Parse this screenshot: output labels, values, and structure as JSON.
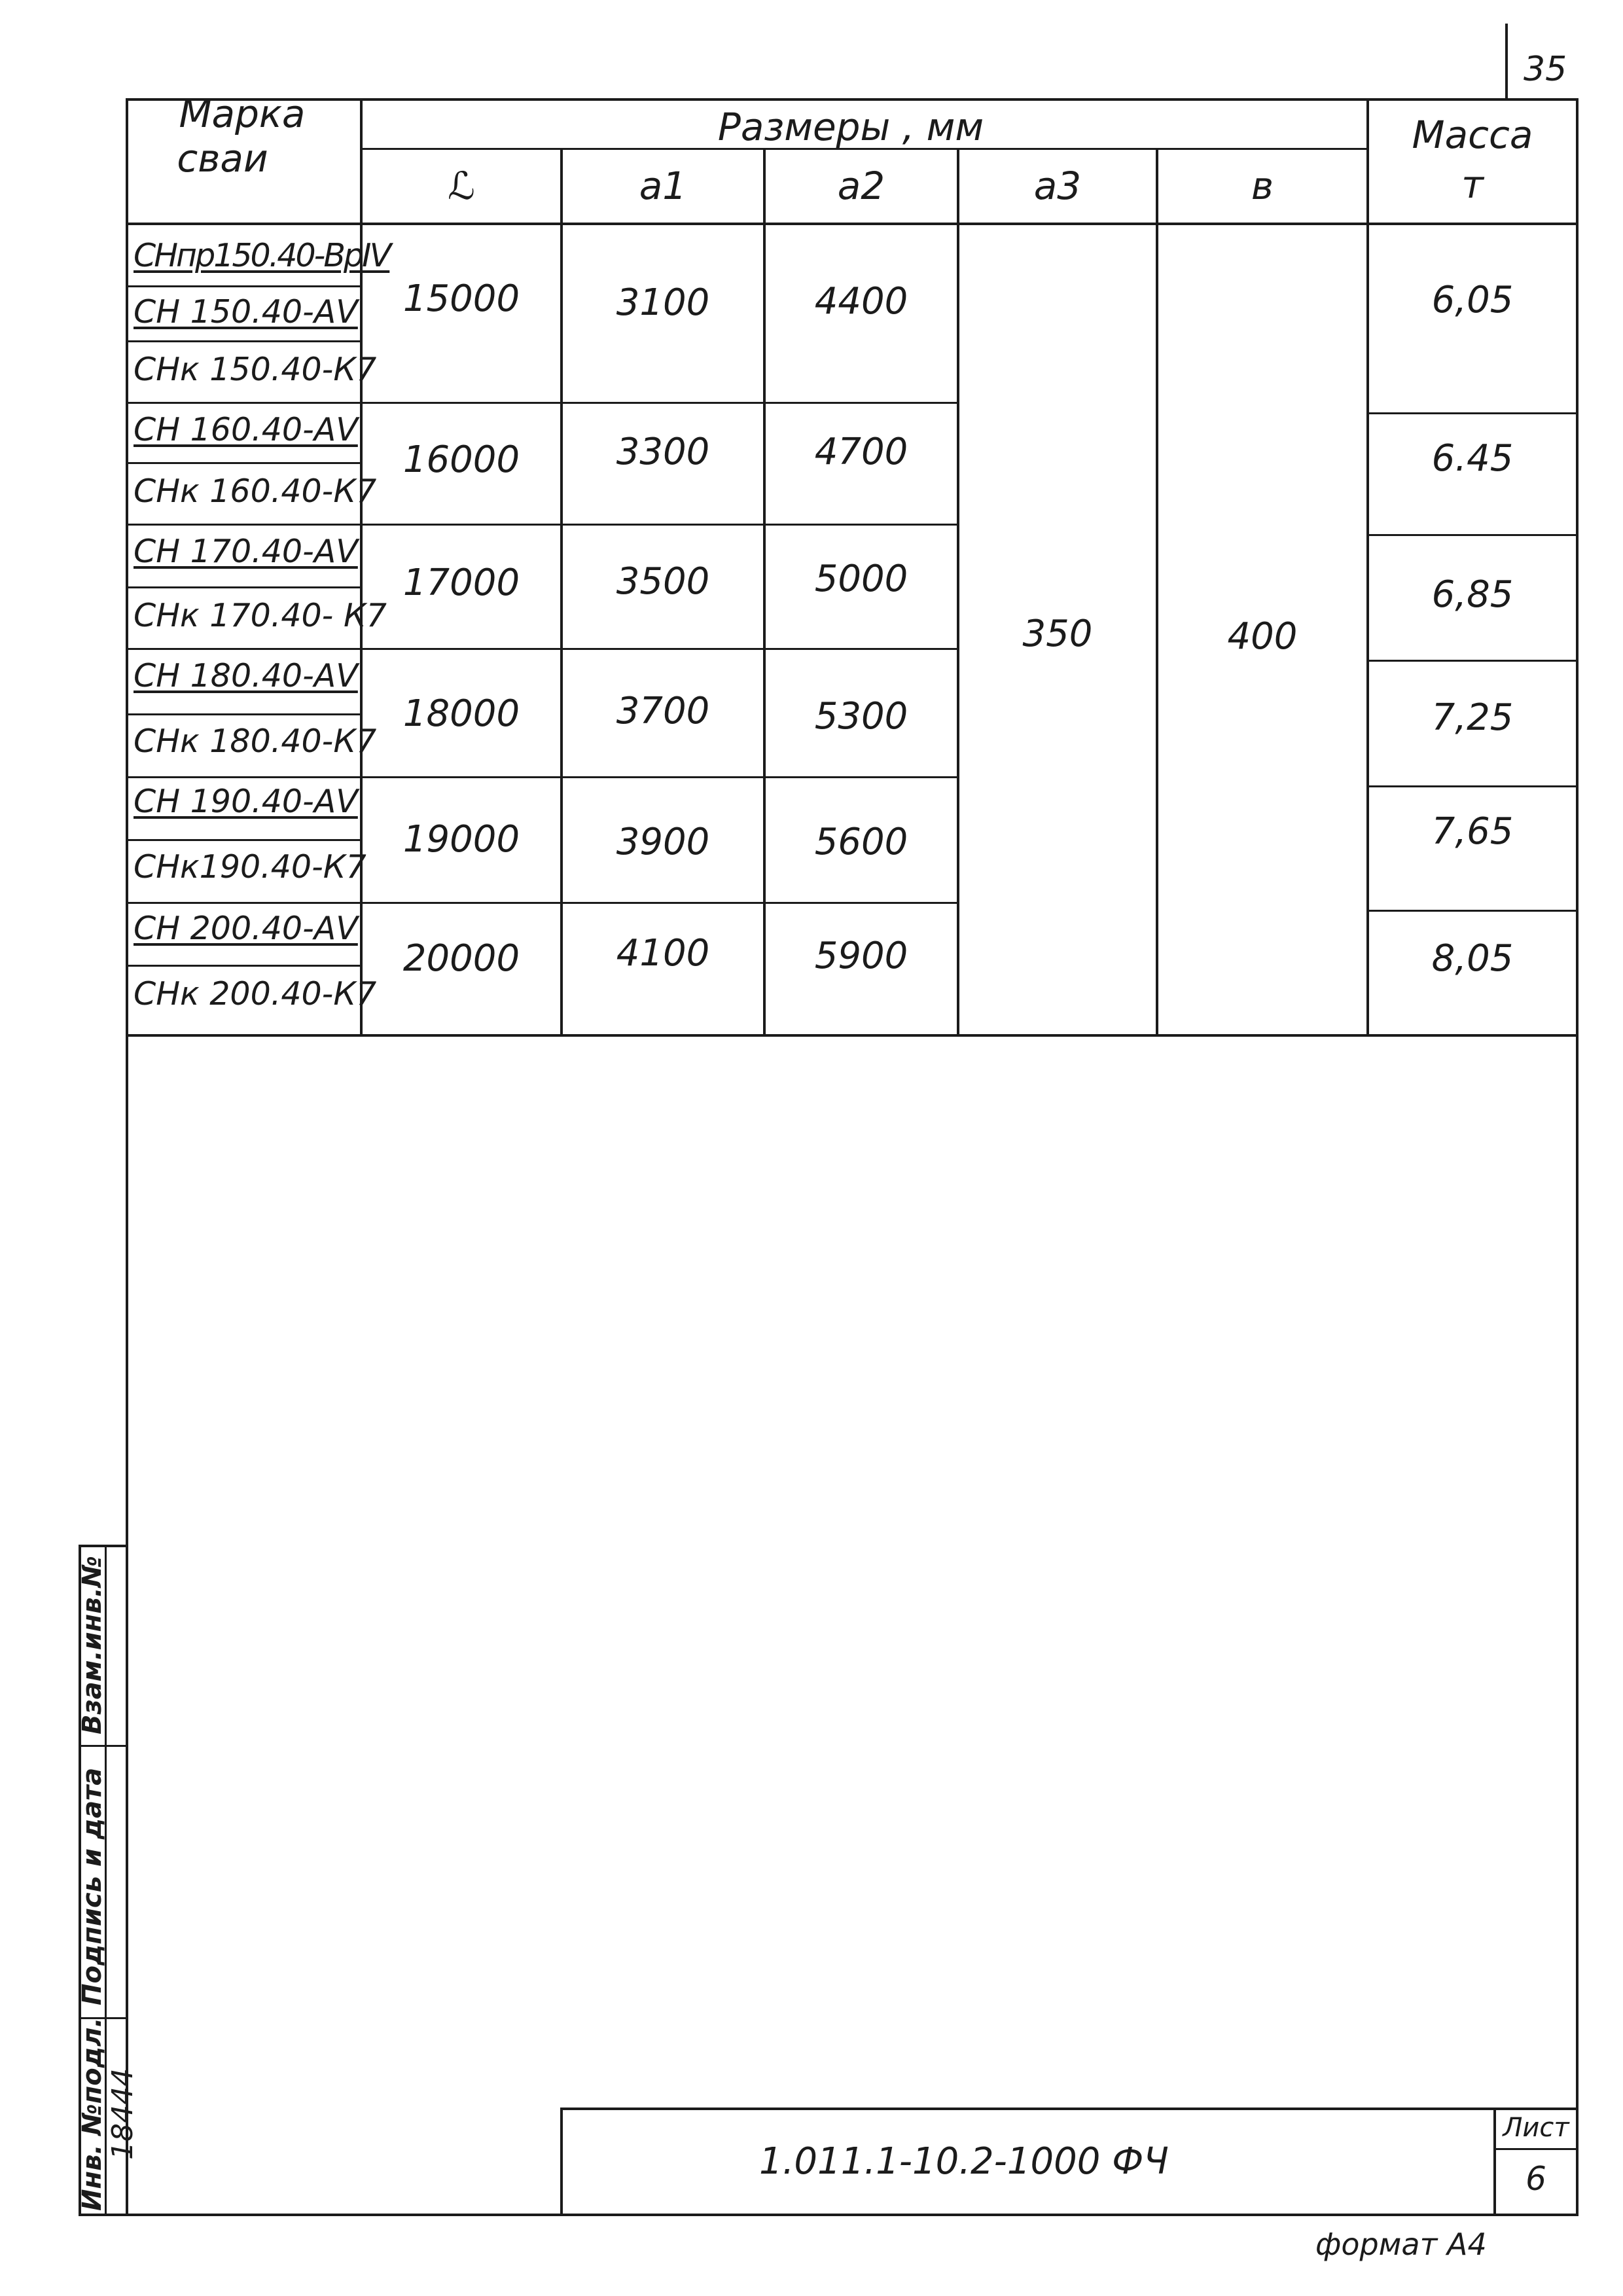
{
  "page_number": "35",
  "header": {
    "marka_line1": "Марка",
    "marka_line2": "сваи",
    "razmery": "Размеры ,   мм",
    "massa_line1": "Масса",
    "massa_line2": "т",
    "col_L": "ℒ",
    "col_a1": "а1",
    "col_a2": "а2",
    "col_a3": "а3",
    "col_b": "в"
  },
  "groups": [
    {
      "marks": [
        "СНпр150.40-ВрⅣ",
        "СН  150.40-АⅤ",
        "СНк 150.40-К7"
      ],
      "L": "15000",
      "a1": "3100",
      "a2": "4400",
      "mass": "6,05"
    },
    {
      "marks": [
        "СН  160.40-АⅤ",
        "СНк 160.40-К7"
      ],
      "L": "16000",
      "a1": "3300",
      "a2": "4700",
      "mass": "6.45"
    },
    {
      "marks": [
        "СН  170.40-АⅤ",
        "СНк 170.40- К7"
      ],
      "L": "17000",
      "a1": "3500",
      "a2": "5000",
      "mass": "6,85"
    },
    {
      "marks": [
        "СН  180.40-АⅤ",
        "СНк 180.40-К7"
      ],
      "L": "18000",
      "a1": "3700",
      "a2": "5300",
      "mass": "7,25"
    },
    {
      "marks": [
        "СН 190.40-АⅤ",
        "СНк190.40-К7"
      ],
      "L": "19000",
      "a1": "3900",
      "a2": "5600",
      "mass": "7,65"
    },
    {
      "marks": [
        "СН 200.40-АⅤ",
        "СНк 200.40-К7"
      ],
      "L": "20000",
      "a1": "4100",
      "a2": "5900",
      "mass": "8,05"
    }
  ],
  "shared": {
    "a3": "350",
    "b": "400"
  },
  "side_stamp": {
    "inv_podl_label": "Инв. №подл.",
    "inv_podl_value": "18444",
    "podpis_label": "Подпись и дата",
    "vzam_label": "Взам.инв.№"
  },
  "title_block": {
    "code": "1.011.1-10.2-1000 ФЧ",
    "sheet_label": "Лист",
    "sheet_number": "6"
  },
  "format_label": "формат А4"
}
